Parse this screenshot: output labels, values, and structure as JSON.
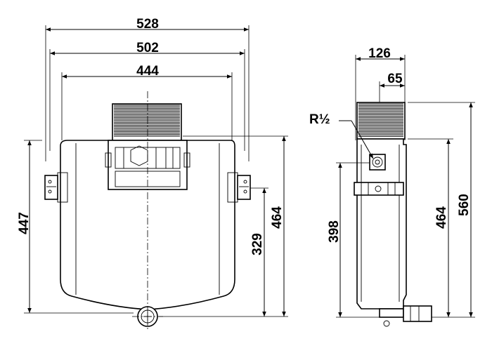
{
  "front_view": {
    "width_overall": "528",
    "width_brackets": "502",
    "width_body": "444",
    "height_body": "447",
    "height_total": "464",
    "height_outlet": "329"
  },
  "side_view": {
    "depth_total": "126",
    "depth_offset": "65",
    "thread_label": "R½",
    "height_inlet": "398",
    "height_body": "464",
    "height_total": "560"
  },
  "colors": {
    "line": "#000000",
    "background": "#ffffff"
  }
}
